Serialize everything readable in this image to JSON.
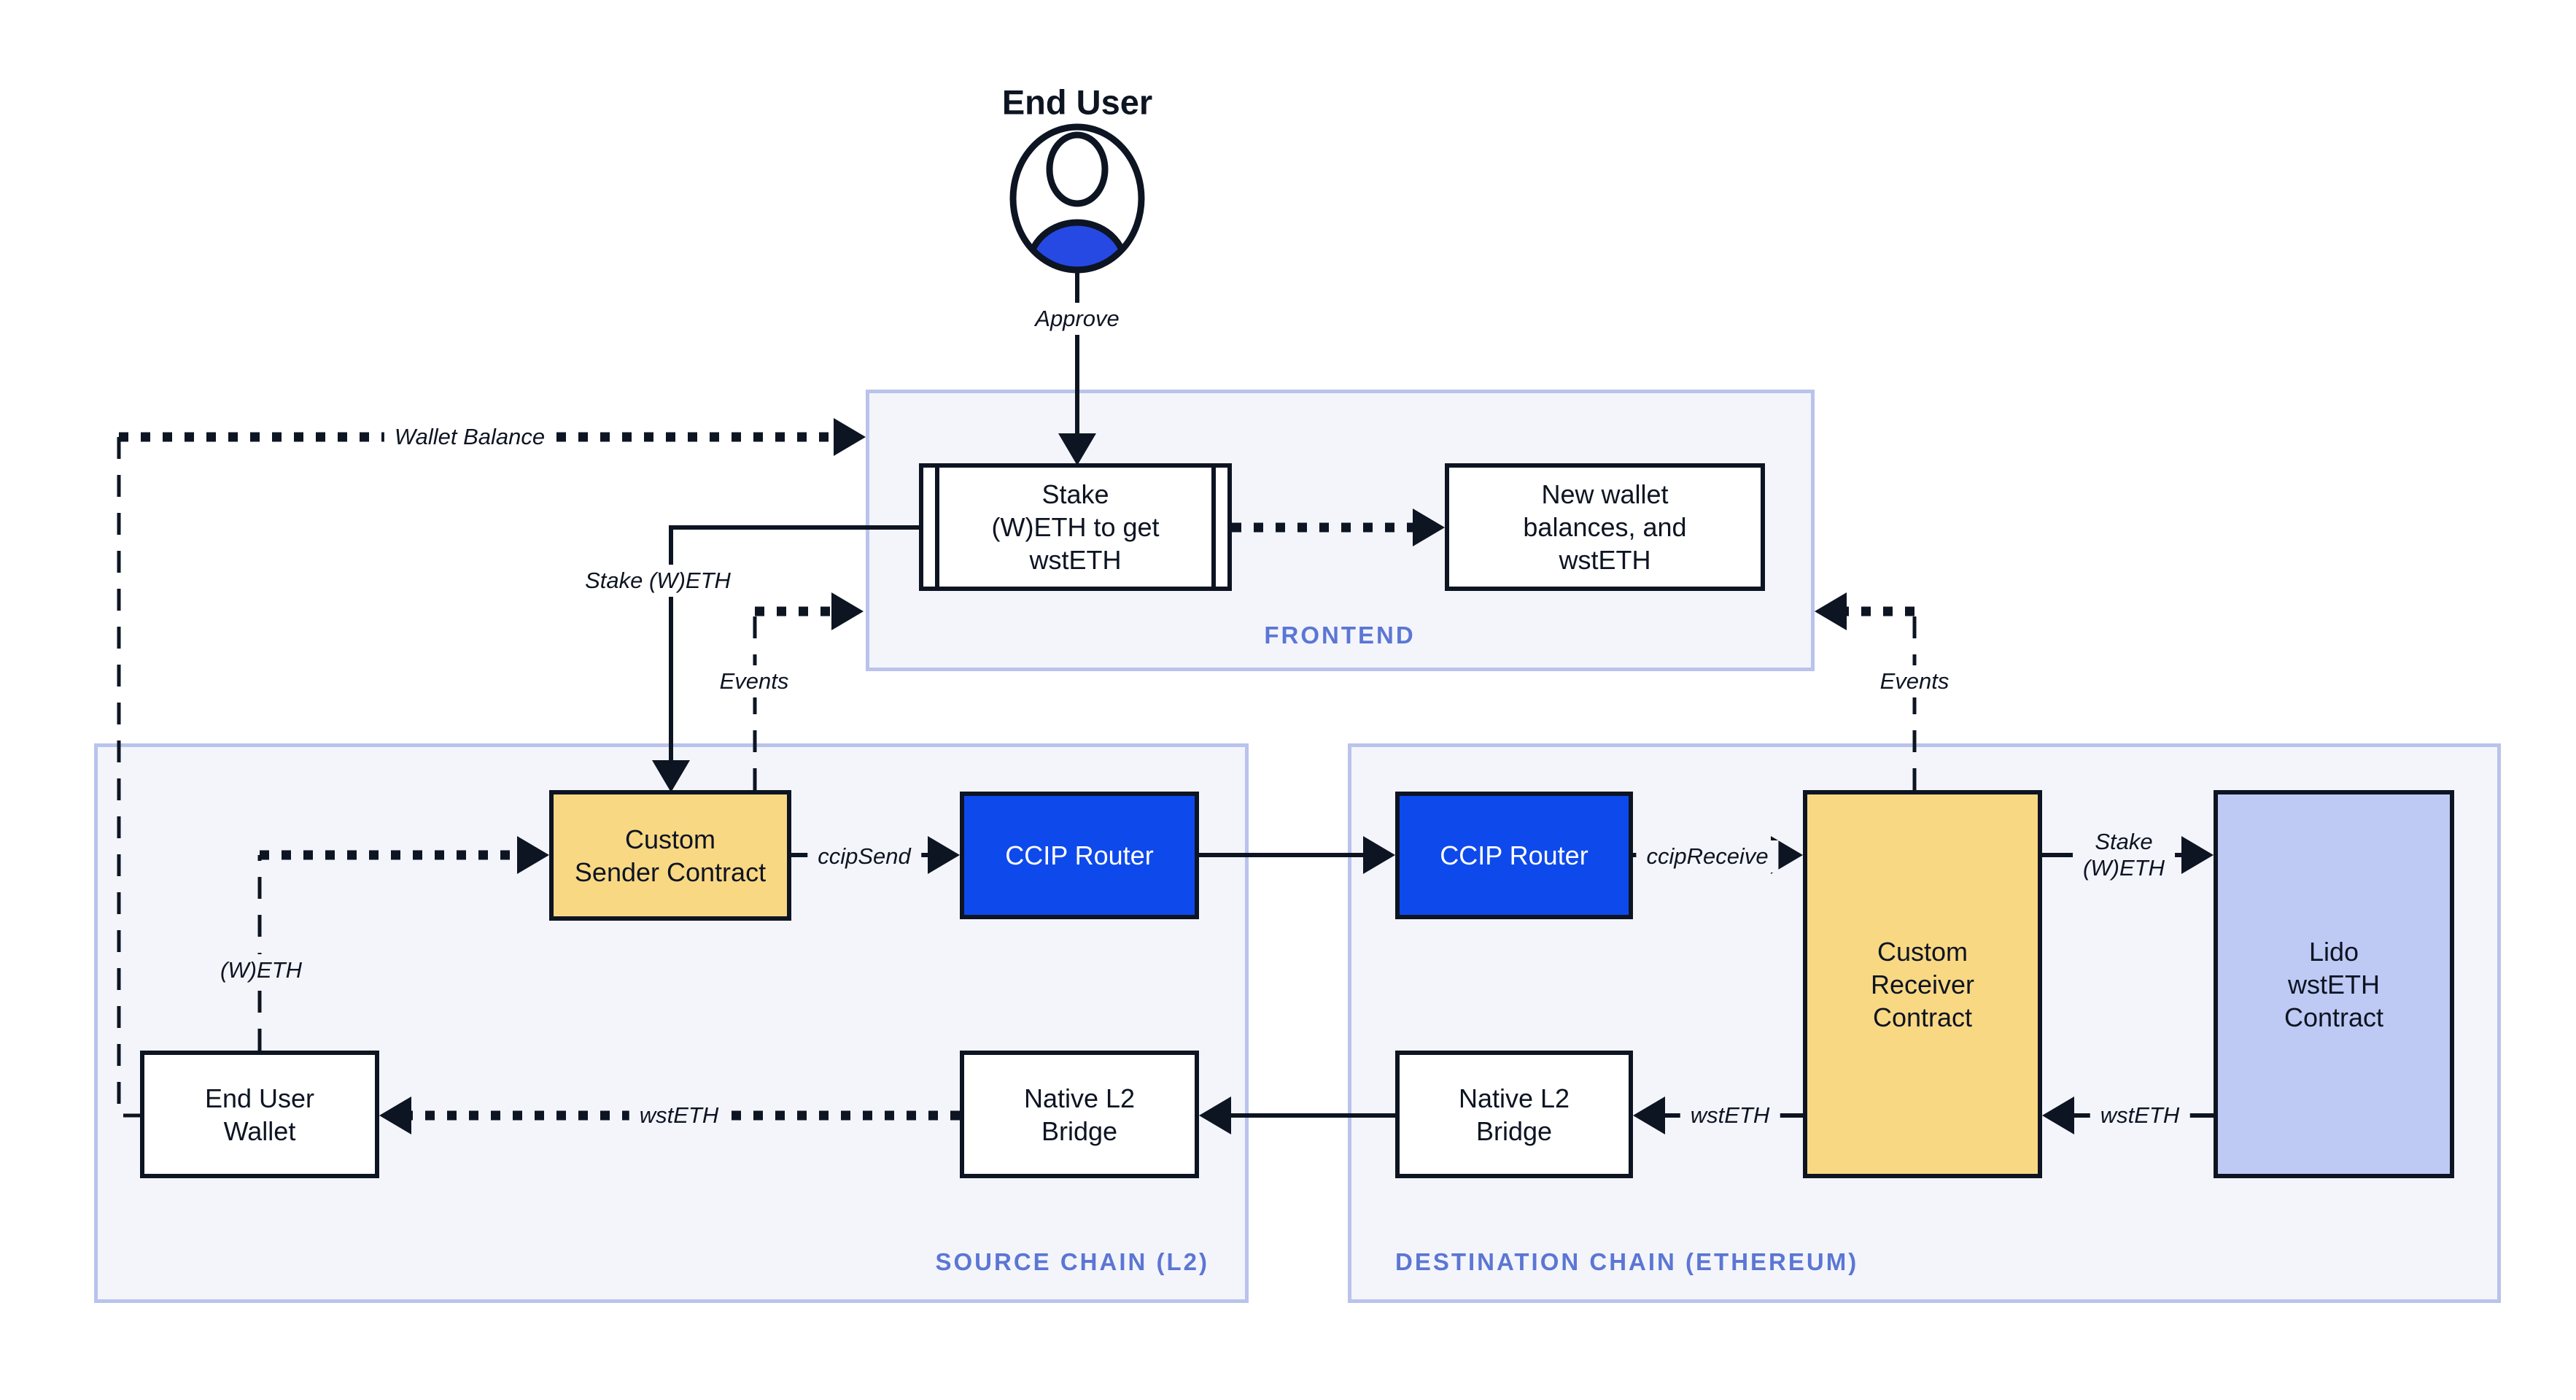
{
  "actor": {
    "name": "End User"
  },
  "frontend": {
    "caption": "FRONTEND",
    "stake_box": "Stake\n(W)ETH to get\nwstETH",
    "new_wallet_box": "New wallet\nbalances, and\nwstETH"
  },
  "source_chain": {
    "caption": "SOURCE CHAIN (L2)",
    "sender_contract": "Custom\nSender Contract",
    "ccip_router": "CCIP Router",
    "native_bridge": "Native L2\nBridge",
    "end_user_wallet": "End User\nWallet"
  },
  "destination_chain": {
    "caption": "DESTINATION CHAIN (ETHEREUM)",
    "ccip_router": "CCIP Router",
    "receiver_contract": "Custom\nReceiver\nContract",
    "lido_contract": "Lido\nwstETH\nContract",
    "native_bridge": "Native L2\nBridge"
  },
  "edge_labels": {
    "approve": "Approve",
    "wallet_balance": "Wallet Balance",
    "stake_weth": "Stake (W)ETH",
    "events_left": "Events",
    "events_right": "Events",
    "ccip_send": "ccipSend",
    "ccip_receive": "ccipReceive",
    "weth": "(W)ETH",
    "stake_weth_dest": "Stake\n(W)ETH",
    "wsteth_to_wallet": "wstETH",
    "wsteth_to_bridge": "wstETH",
    "wsteth_from_lido": "wstETH"
  },
  "colors": {
    "ink": "#0D1422",
    "router_blue": "#0E49EB",
    "actor_blue": "#2649E3",
    "contract_yellow": "#F9D883",
    "lido_periwinkle": "#BECAF4",
    "container_fill": "#F3F5FB",
    "container_border": "#B9C3EC",
    "caption_blue": "#5C76D4",
    "background": "#FFFFFF"
  }
}
